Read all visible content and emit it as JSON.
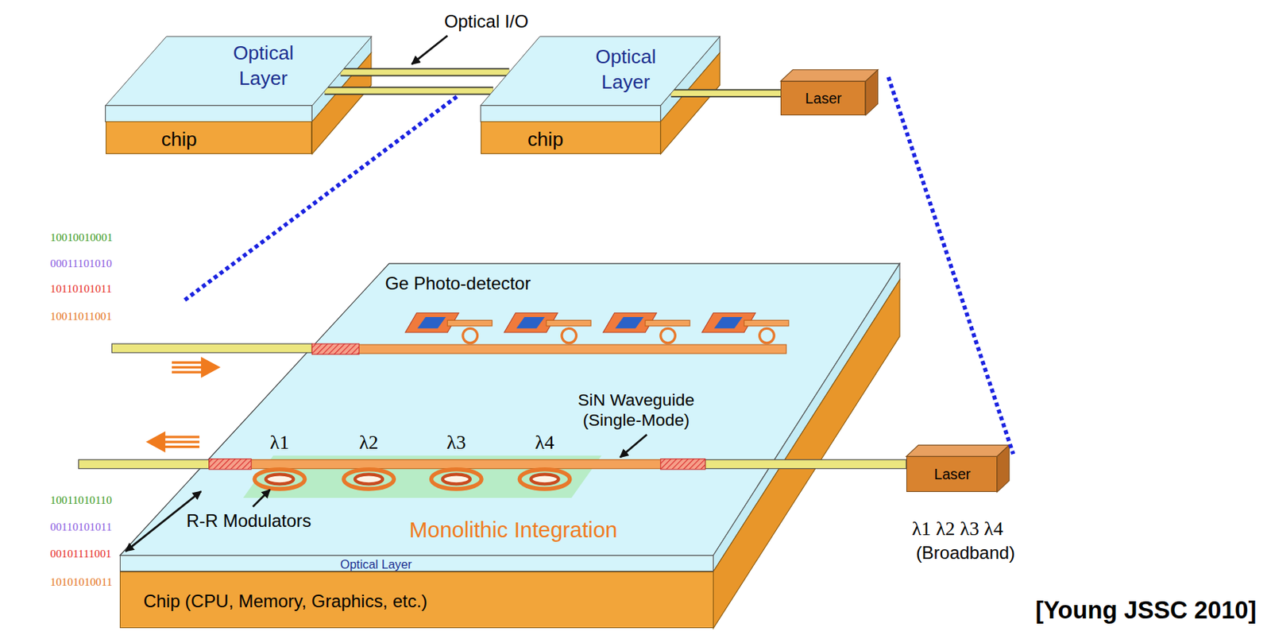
{
  "diagram": {
    "nodes": [
      {
        "text": [
          "Optical Layer"
        ]
      },
      {
        "text": [
          "chip"
        ]
      },
      {
        "text": [
          "Optical Layer"
        ]
      },
      {
        "text": [
          "chip"
        ]
      },
      {
        "text": [
          "Laser"
        ]
      },
      {
        "text": [
          "Optical Layer"
        ]
      },
      {
        "text": [
          "Chip (CPU, Memory, Graphics, etc.)"
        ]
      },
      {
        "text": [
          "Laser"
        ]
      }
    ],
    "edges": [
      {
        "from": 0,
        "to": 2,
        "arrow": "none"
      },
      {
        "from": 0,
        "to": 2,
        "arrow": "none"
      },
      {
        "from": 2,
        "to": 4,
        "arrow": "none"
      }
    ],
    "labels": [
      "Optical I/O",
      "10010010001",
      "00011101010",
      "10110101011",
      "10011011001",
      "Ge Photo-detector",
      "SiN Waveguide (Single-Mode)",
      "λ1",
      "λ2",
      "λ3",
      "λ4",
      "R-R Modulators",
      "Monolithic Integration",
      "10011010110",
      "00110101011",
      "00101111001",
      "10101010011",
      "λ1 λ2 λ3 λ4",
      "(Broadband)",
      "[Young JSSC 2010]"
    ]
  }
}
